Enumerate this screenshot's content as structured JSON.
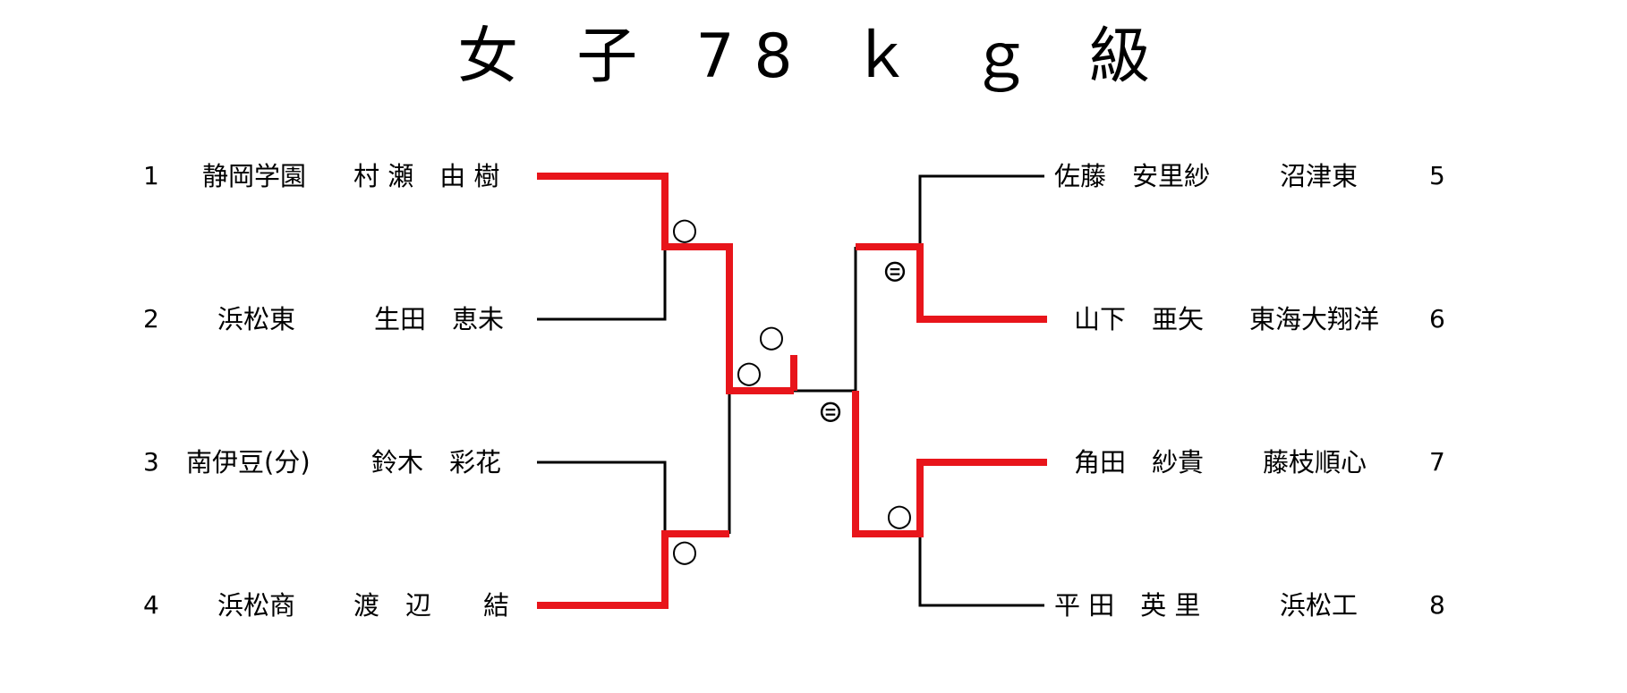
{
  "title": "女 子 78 ｋ ｇ 級",
  "left": [
    {
      "seed": "1",
      "school": "静岡学園",
      "name": "村 瀬　由 樹"
    },
    {
      "seed": "2",
      "school": "浜松東",
      "name": "生田　恵未"
    },
    {
      "seed": "3",
      "school": "南伊豆(分)",
      "name": "鈴木　彩花"
    },
    {
      "seed": "4",
      "school": "浜松商",
      "name": "渡　辺　　結"
    }
  ],
  "right": [
    {
      "seed": "5",
      "school": "沼津東",
      "name": "佐藤　安里紗"
    },
    {
      "seed": "6",
      "school": "東海大翔洋",
      "name": "山下　亜矢"
    },
    {
      "seed": "7",
      "school": "藤枝順心",
      "name": "角田　紗貴"
    },
    {
      "seed": "8",
      "school": "浜松工",
      "name": "平 田　英 里"
    }
  ],
  "colors": {
    "winner_line": "#e8151b",
    "line": "#000000"
  },
  "marks": {
    "win": "○",
    "decision": "⊜"
  }
}
